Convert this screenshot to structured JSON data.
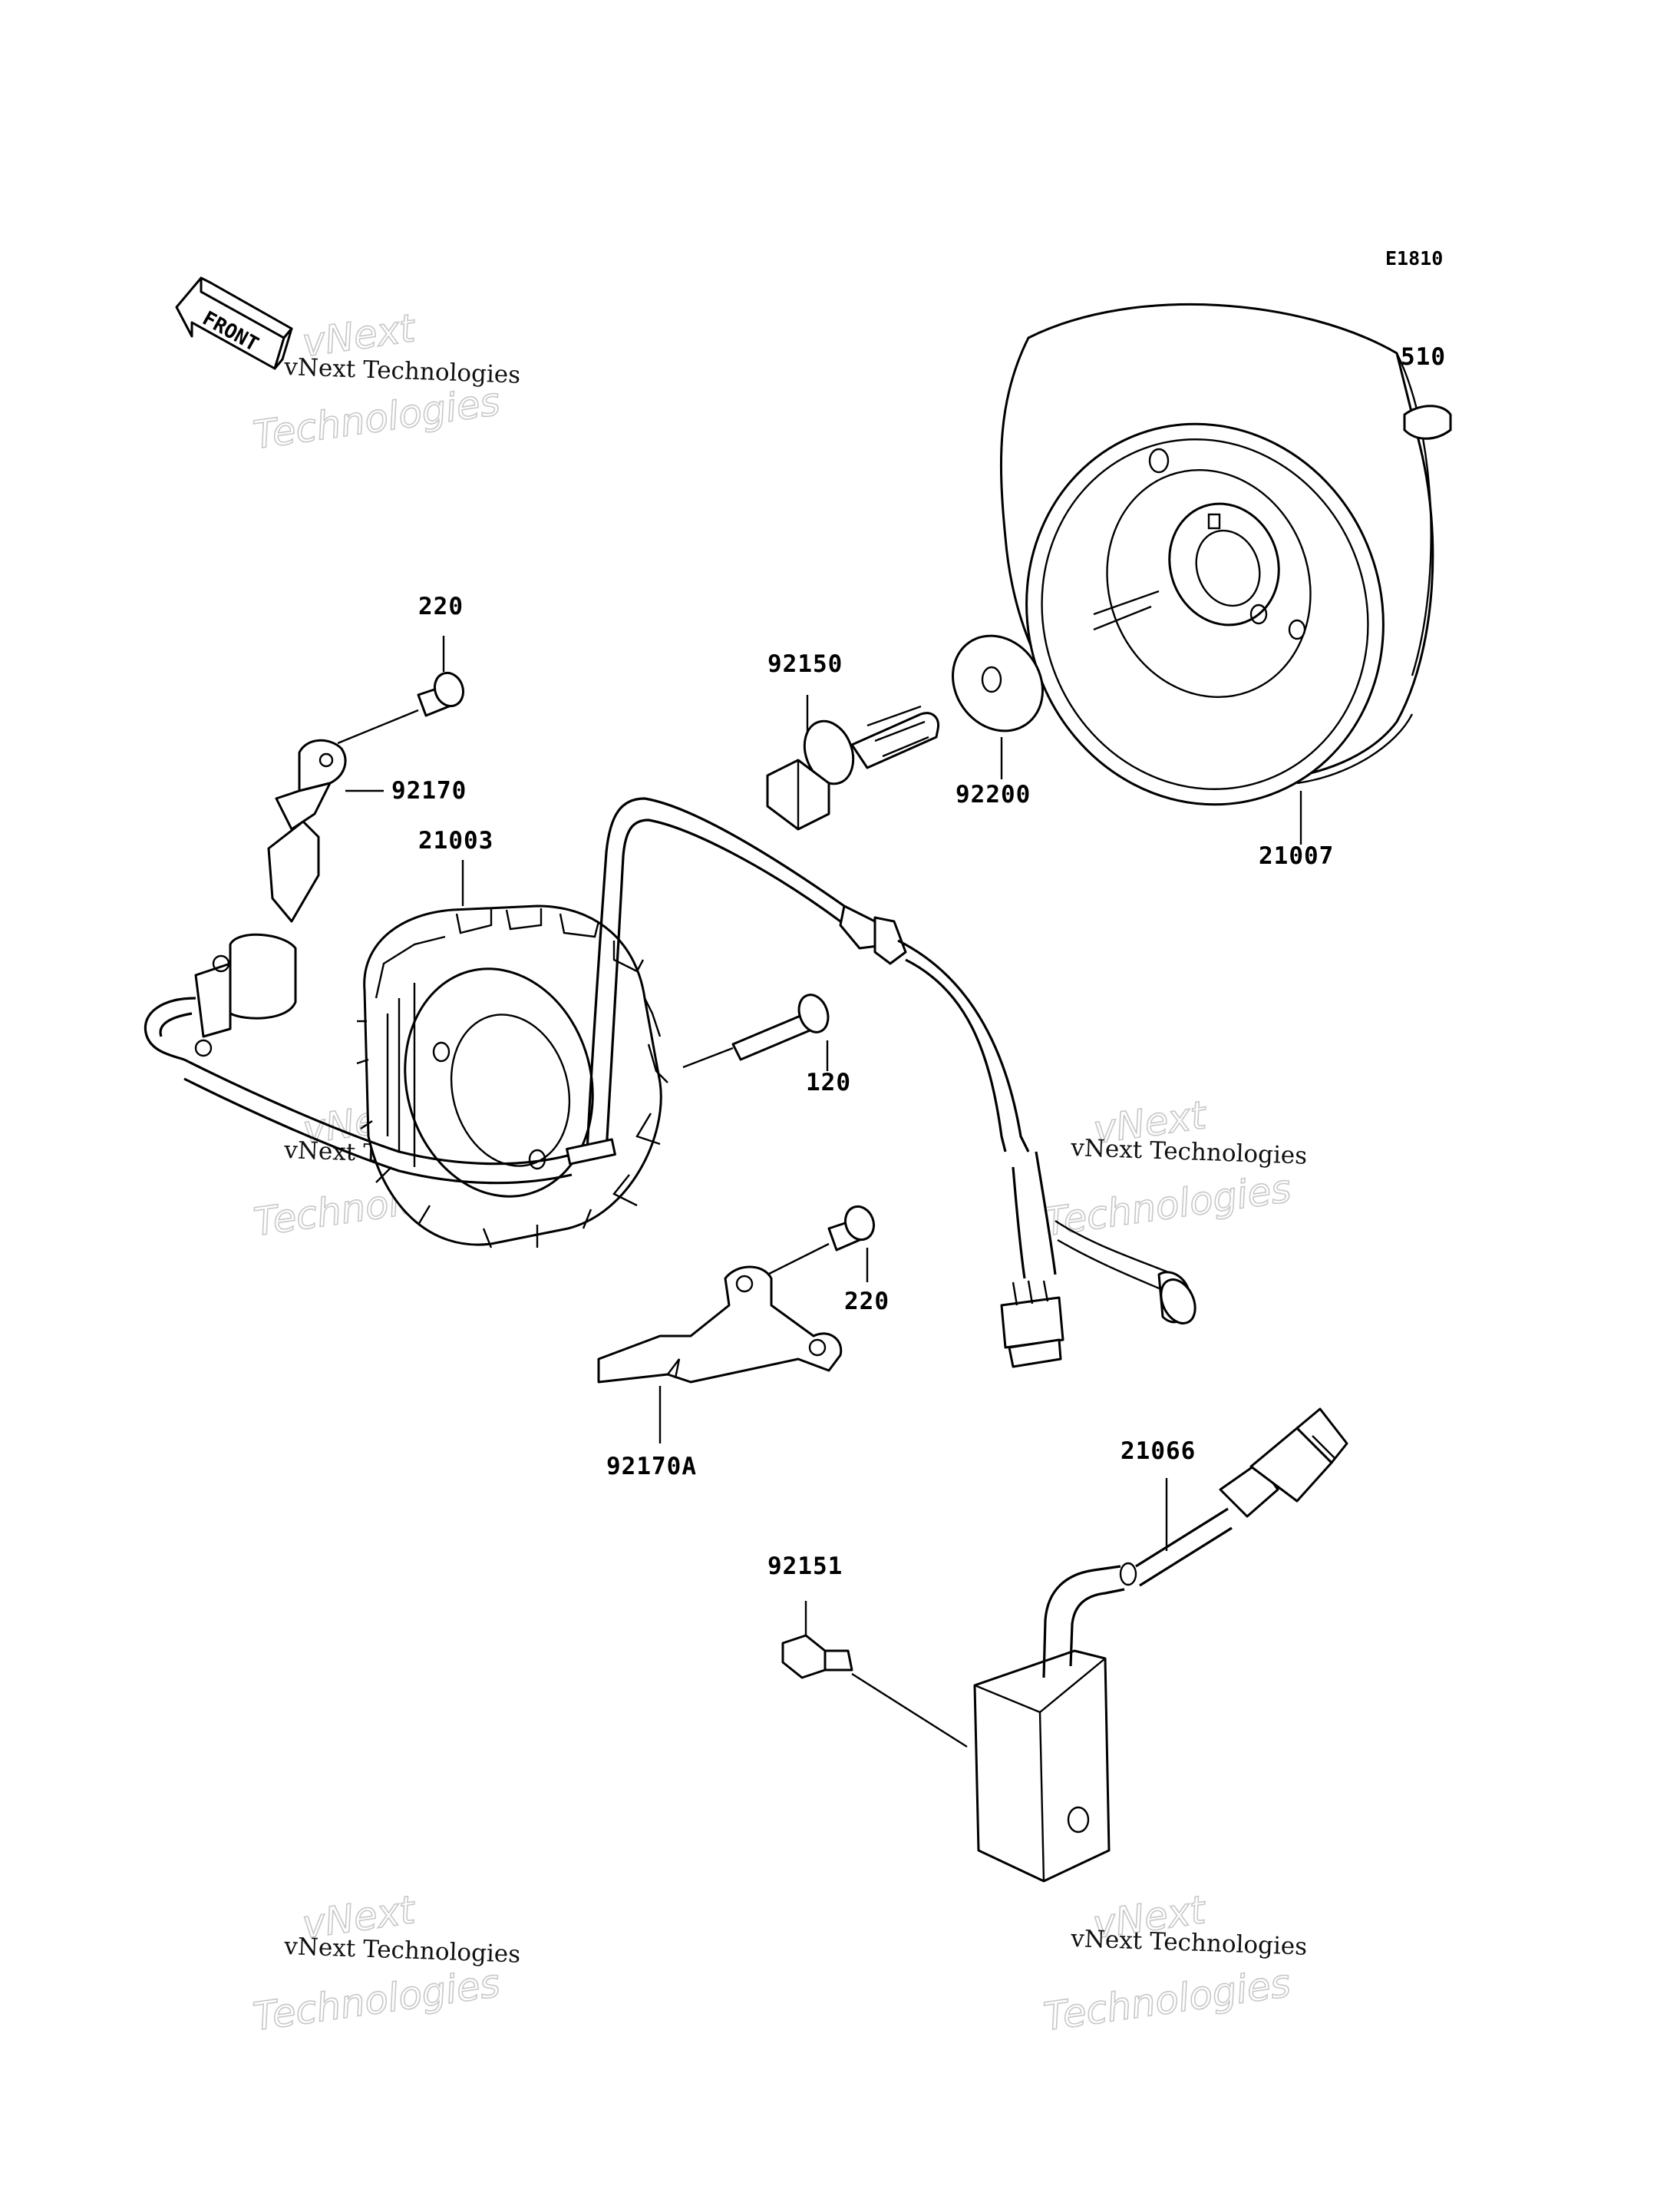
{
  "diagram_code": "E1810",
  "front_marker": "FRONT",
  "watermark": {
    "line1": "vNext",
    "line2": "vNext Technologies",
    "line3": "Technologies"
  },
  "labels": {
    "p510": "510",
    "p220_top": "220",
    "p92150": "92150",
    "p92170": "92170",
    "p92200": "92200",
    "p21003": "21003",
    "p21007": "21007",
    "p120": "120",
    "p220_bottom": "220",
    "p92170A": "92170A",
    "p21066": "21066",
    "p92151": "92151"
  }
}
